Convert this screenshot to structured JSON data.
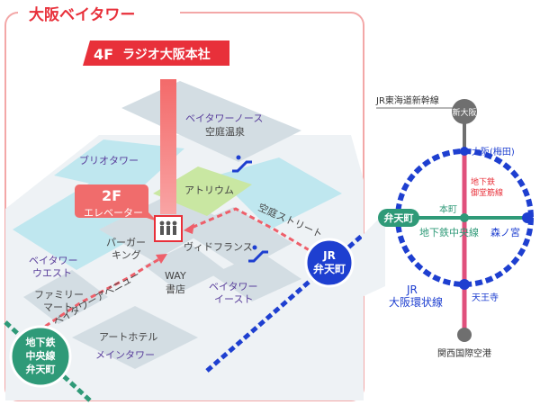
{
  "title": "大阪ベイタワー",
  "destination": {
    "floor": "4F",
    "name": "ラジオ大阪本社"
  },
  "elevator": {
    "floor": "2F",
    "label": "エレベーター"
  },
  "buildings": {
    "north": [
      "ベイタワーノース",
      "空庭温泉"
    ],
    "brio": "ブリオタワー",
    "atrium": "アトリウム",
    "parking": [
      "パーガー",
      "キング"
    ],
    "vid": "ヴィドフランス",
    "way": [
      "WAY",
      "書店"
    ],
    "west": [
      "ベイタワー",
      "ウエスト"
    ],
    "family": [
      "ファミリー",
      "マート"
    ],
    "east": [
      "ベイタワー",
      "イースト"
    ],
    "art": "アートホテル",
    "main": "メインタワー"
  },
  "streets": {
    "sora": "空庭ストリート",
    "avenue": "ベイタワーアベニュー"
  },
  "stations": {
    "jr": [
      "JR",
      "弁天町"
    ],
    "metro": [
      "地下鉄",
      "中央線",
      "弁天町"
    ]
  },
  "rail_map": {
    "tokaido": "JR東海道新幹線",
    "shin_osaka": "新大阪",
    "umeda": "大阪(梅田)",
    "midosuji": [
      "地下鉄",
      "御堂筋線"
    ],
    "honmachi": "本町",
    "bentencho": "弁天町",
    "chuo_line": "地下鉄中央線",
    "morinomiya": "森ノ宮",
    "loop_line": [
      "JR",
      "大阪環状線"
    ],
    "tennoji": "天王寺",
    "kix": "関西国際空港"
  },
  "colors": {
    "red": "#e8303a",
    "blue": "#1e3fd0",
    "green": "#2f9a78",
    "purple": "#5a3f9c",
    "gray": "#6f6f6f",
    "pink": "#f06c6c",
    "frame": "#f3a7a7",
    "cyan": "#bfe7ef",
    "slate": "#d3dde3",
    "lime": "#c9e7a2"
  }
}
